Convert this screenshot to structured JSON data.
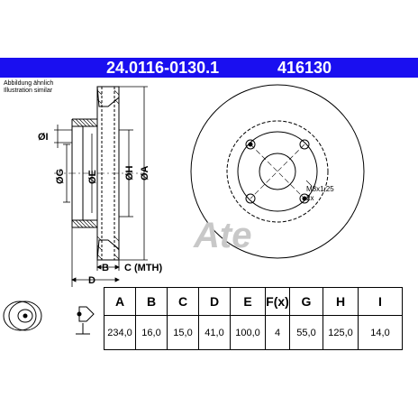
{
  "header": {
    "part_number": "24.0116-0130.1",
    "reference": "416130"
  },
  "note": {
    "line1": "Abbildung ähnlich",
    "line2": "Illustration similar"
  },
  "dimension_labels": {
    "I": "ØI",
    "G": "ØG",
    "E": "ØE",
    "H": "ØH",
    "A": "ØA",
    "B": "B",
    "C": "C (MTH)",
    "D": "D",
    "thread": "M8x1,25",
    "thread_count": "2x"
  },
  "logo_text": "Ate",
  "table": {
    "headers": [
      "A",
      "B",
      "C",
      "D",
      "E",
      "F(x)",
      "G",
      "H",
      "I"
    ],
    "values": [
      "234,0",
      "16,0",
      "15,0",
      "41,0",
      "100,0",
      "4",
      "55,0",
      "125,0",
      "14,0"
    ]
  },
  "colors": {
    "header_bg": "#1a0ff0",
    "header_text": "#ffffff",
    "line": "#000000",
    "watermark": "#c8c8c8"
  },
  "icons": [
    "brake-disc-thumbnail-icon",
    "brake-disc-wear-icon"
  ]
}
